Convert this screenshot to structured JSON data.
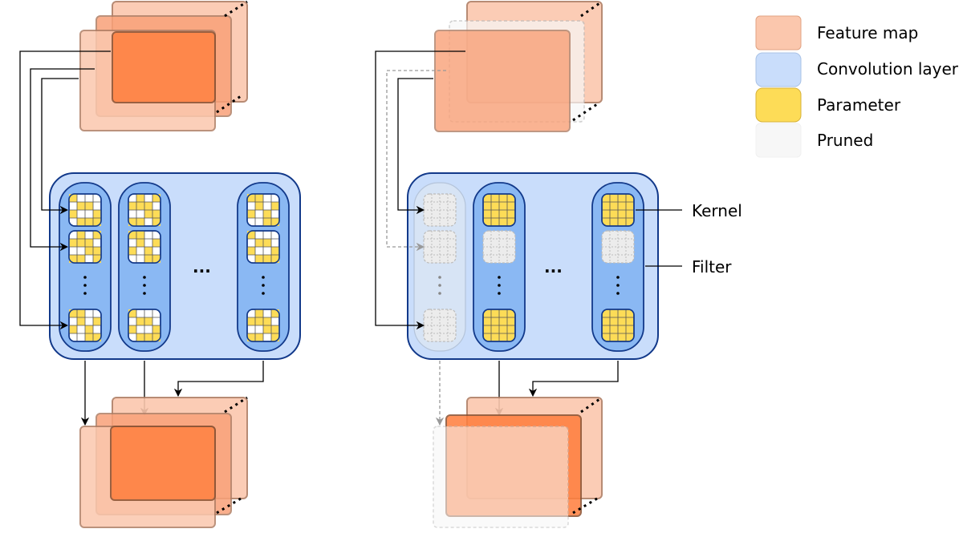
{
  "legend": {
    "items": [
      {
        "key": "feature_map",
        "label": "Feature map",
        "color": "#fbc7ad",
        "border": "#e0a383"
      },
      {
        "key": "conv_layer",
        "label": "Convolution layer",
        "color": "#c9ddfb",
        "border": "#a9c2e6"
      },
      {
        "key": "parameter",
        "label": "Parameter",
        "color": "#fddc57",
        "border": "#d6b23a"
      },
      {
        "key": "pruned",
        "label": "Pruned",
        "color": "#f7f7f7",
        "border": "#f0f0f0"
      }
    ]
  },
  "annotations": {
    "kernel": "Kernel",
    "filter": "Filter"
  },
  "ellipsis": "...",
  "colors": {
    "feature_dark": "#ff7d3c",
    "feature_mid": "#f9a178",
    "feature_light": "#fbc7ad",
    "feature_border": "#b07f66",
    "conv_fill": "#c9ddfb",
    "conv_border": "#12398a",
    "filter_fill": "#8ab8f3",
    "param": "#fddc57",
    "pruned_fill": "#ececec",
    "pruned_border": "#bbbbbb",
    "arrow": "#000000",
    "pruned_arrow": "#999999"
  },
  "diagrams": [
    {
      "name": "original-network",
      "pruned_filter": null,
      "pruned_kernels": []
    },
    {
      "name": "pruned-network",
      "pruned_filter": 0,
      "pruned_kernels": [
        [
          1,
          1
        ],
        [
          2,
          1
        ]
      ]
    }
  ]
}
